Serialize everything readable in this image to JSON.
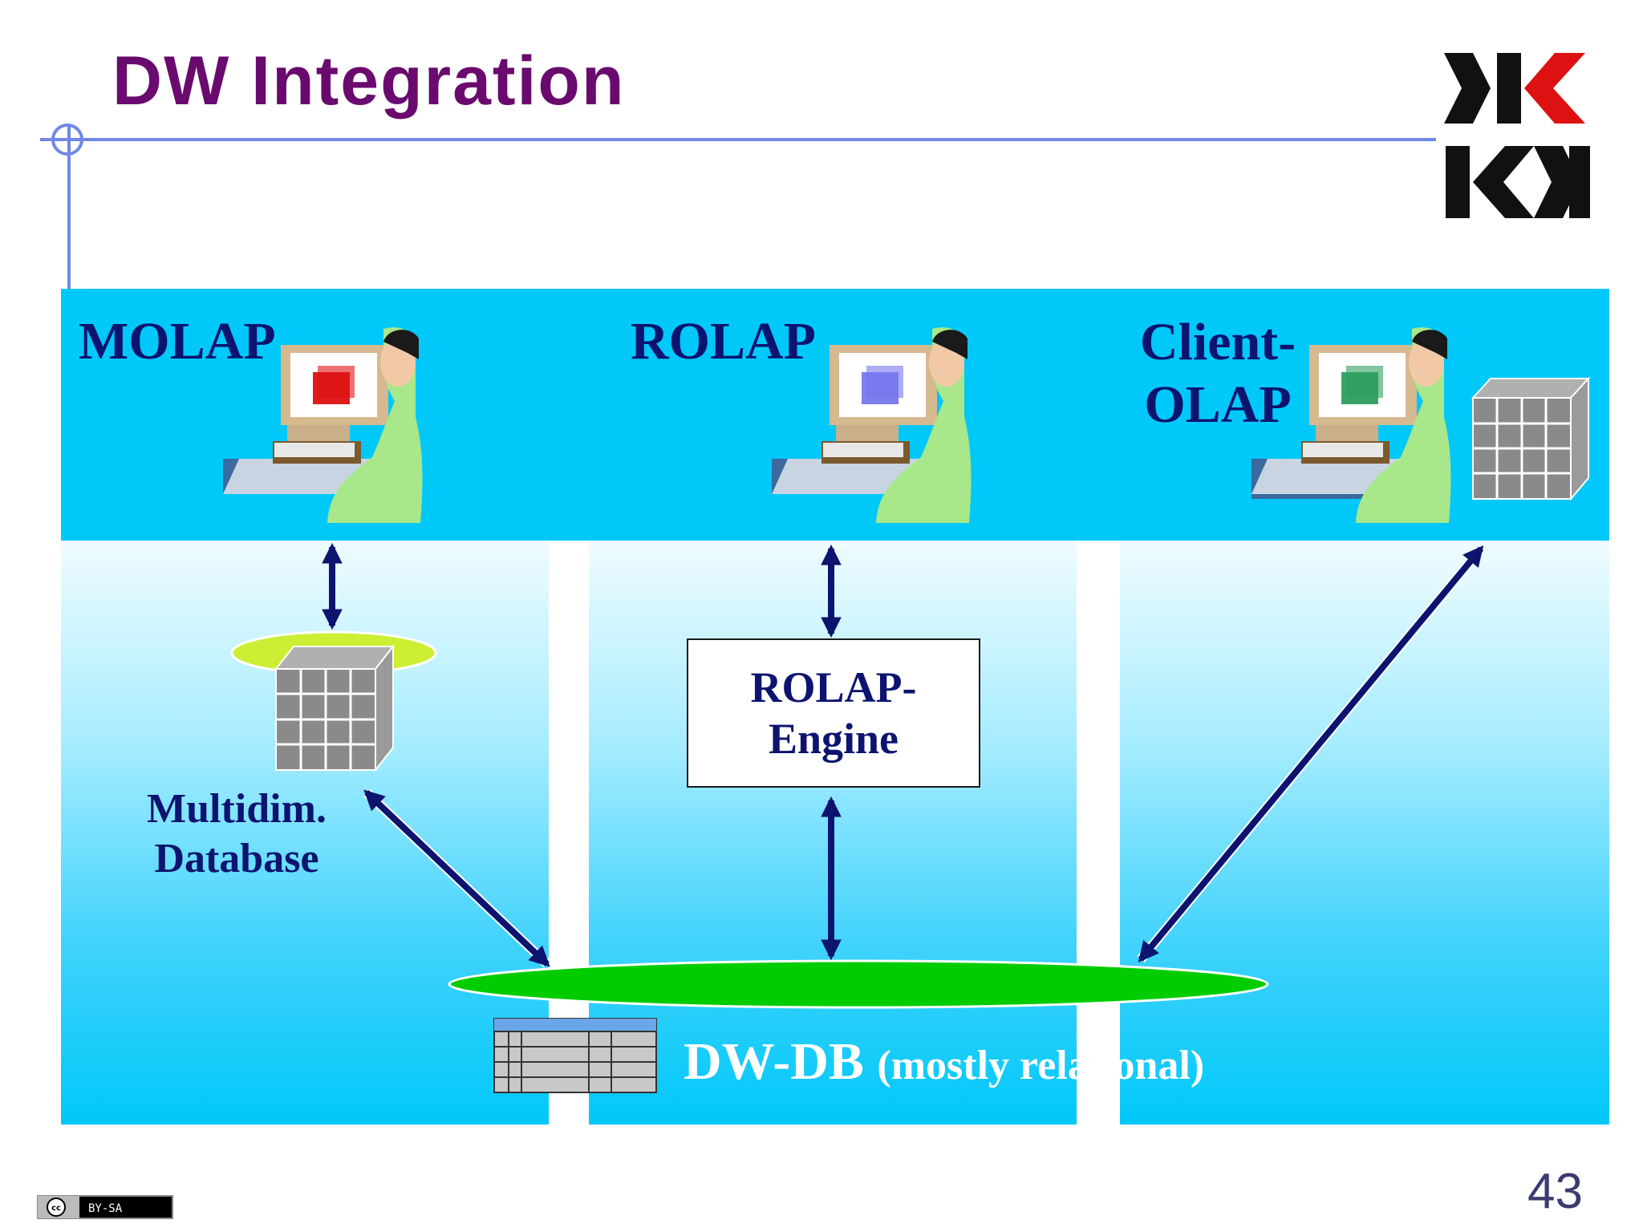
{
  "title": "DW Integration",
  "page_number": "43",
  "license_badge": "BY-SA",
  "license_cc": "cc",
  "labels": {
    "molap": "MOLAP",
    "rolap": "ROLAP",
    "client_line1": "Client-",
    "client_line2": "OLAP",
    "engine_line1": "ROLAP-",
    "engine_line2": "Engine",
    "mdb_line1": "Multidim.",
    "mdb_line2": "Database",
    "dwdb_main": "DW-DB",
    "dwdb_sub": "(mostly relational)"
  },
  "colors": {
    "title": "#6a0a6e",
    "band": "#00c8f9",
    "label": "#0c1470",
    "arrow": "#0c1470",
    "dw_ellipse": "#00cc00",
    "mdb_ellipse": "#ccee33",
    "cube_molap": "#dd1111",
    "cube_rolap": "#7777ee",
    "cube_client": "#2e9e5e",
    "cube_grey": "#8a8a8a"
  },
  "icons": [
    "user-at-computer-icon",
    "olap-cube-icon",
    "relational-table-icon",
    "university-logo-icon",
    "cc-license-icon"
  ]
}
